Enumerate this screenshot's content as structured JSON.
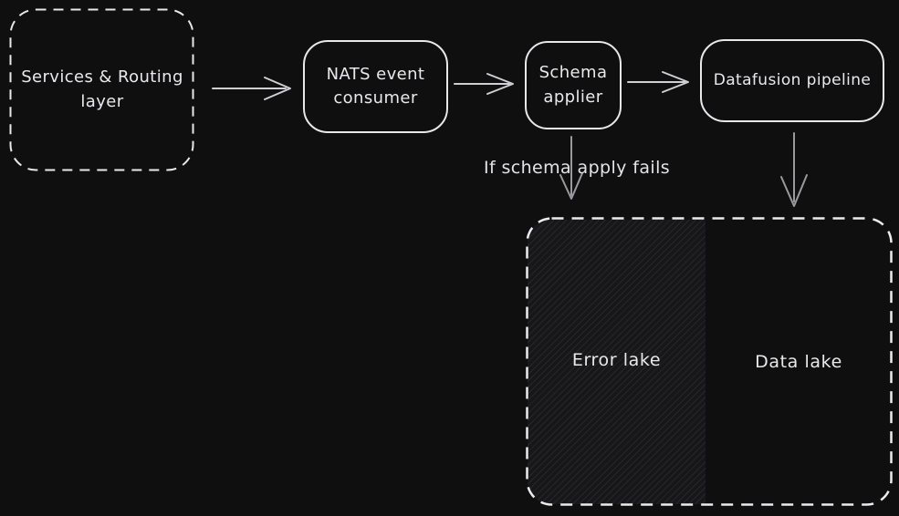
{
  "colors": {
    "canvas_background": "#0f0f10",
    "node_stroke": "#e8e8ec",
    "text": "#e9e9ed",
    "arrow_bright": "#cfcfd4",
    "arrow_muted": "#9a9a9e",
    "hatch_base": "#17171a",
    "hatch_line": "#27272b"
  },
  "nodes": [
    {
      "id": "services-routing-layer",
      "label": "Services & Routing layer",
      "style": "dashed-rounded-box"
    },
    {
      "id": "nats-event-consumer",
      "label": "NATS event consumer",
      "style": "solid-rounded-box"
    },
    {
      "id": "schema-applier",
      "label": "Schema applier",
      "style": "solid-rounded-box"
    },
    {
      "id": "datafusion-pipeline",
      "label": "Datafusion pipeline",
      "style": "solid-rounded-box"
    },
    {
      "id": "lake-container",
      "label": "",
      "style": "dashed-rounded-box"
    },
    {
      "id": "error-lake",
      "label": "Error lake",
      "style": "hatched-region"
    },
    {
      "id": "data-lake",
      "label": "Data lake",
      "style": "plain-region"
    }
  ],
  "edges": [
    {
      "from": "services-routing-layer",
      "to": "nats-event-consumer",
      "label": "",
      "direction": "right"
    },
    {
      "from": "nats-event-consumer",
      "to": "schema-applier",
      "label": "",
      "direction": "right"
    },
    {
      "from": "schema-applier",
      "to": "datafusion-pipeline",
      "label": "",
      "direction": "right"
    },
    {
      "from": "schema-applier",
      "to": "error-lake",
      "label": "If schema apply fails",
      "direction": "down"
    },
    {
      "from": "datafusion-pipeline",
      "to": "data-lake",
      "label": "",
      "direction": "down"
    }
  ]
}
